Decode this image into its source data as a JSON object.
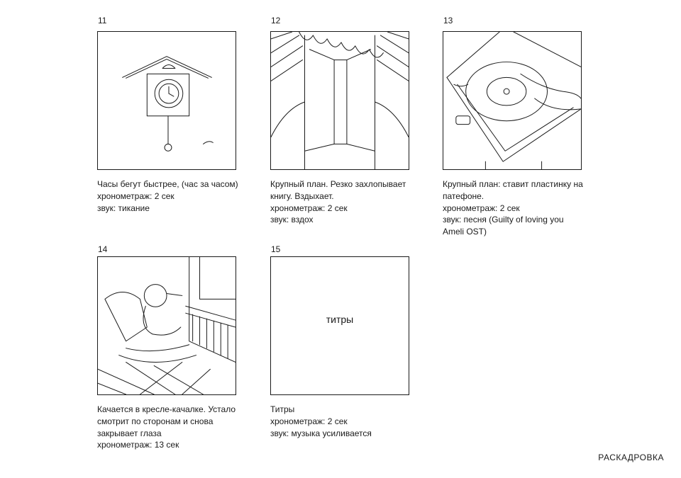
{
  "frames": [
    {
      "number": "11",
      "caption": [
        "Часы бегут быстрее, (час за часом)",
        "хронометраж: 2 сек",
        "звук: тикание"
      ]
    },
    {
      "number": "12",
      "caption": [
        "Крупный план. Резко захлопывает",
        "книгу. Вздыхает.",
        "хронометраж: 2 сек",
        "звук: вздох"
      ]
    },
    {
      "number": "13",
      "caption": [
        "Крупный план: ставит пластинку на",
        "патефоне.",
        "хронометраж: 2 сек",
        "звук: песня (Guilty of loving you",
        "Ameli OST)"
      ]
    },
    {
      "number": "14",
      "caption": [
        "Качается в кресле-качалке. Устало",
        "смотрит по  сторонам и снова",
        "закрывает глаза",
        "хронометраж: 13 сек"
      ]
    },
    {
      "number": "15",
      "caption": [
        "Титры",
        "хронометраж: 2 сек",
        "звук: музыка усиливается"
      ],
      "box_text": "титры"
    }
  ],
  "footer": "РАСКАДРОВКА"
}
